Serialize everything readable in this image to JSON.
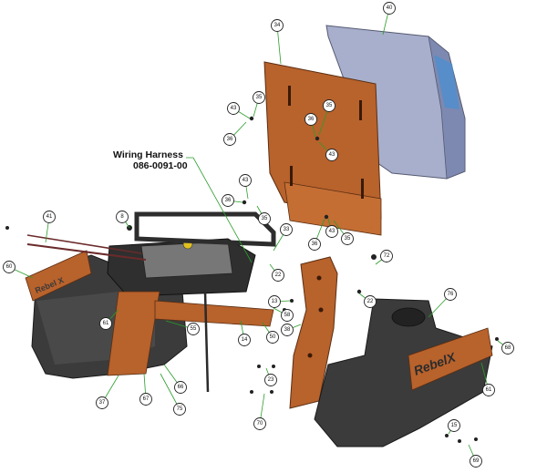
{
  "harness": {
    "title": "Wiring Harness",
    "part_number": "086-0091-00"
  },
  "callouts": [
    "40",
    "34",
    "35",
    "43",
    "36",
    "35",
    "36",
    "43",
    "43",
    "36",
    "35",
    "36",
    "43",
    "35",
    "8",
    "41",
    "60",
    "33",
    "72",
    "76",
    "22",
    "22",
    "13",
    "58",
    "50",
    "38",
    "14",
    "61",
    "55",
    "68",
    "23",
    "66",
    "37",
    "67",
    "75",
    "70",
    "15",
    "61",
    "69"
  ],
  "logo_text": {
    "left": "Rebel X",
    "right": "RebelX"
  },
  "colors": {
    "orange_panel": "#b8622c",
    "dark_body": "#3b3b3b",
    "blue_cover": "#9fa8c8",
    "leader_green": "#2a9d2a"
  }
}
